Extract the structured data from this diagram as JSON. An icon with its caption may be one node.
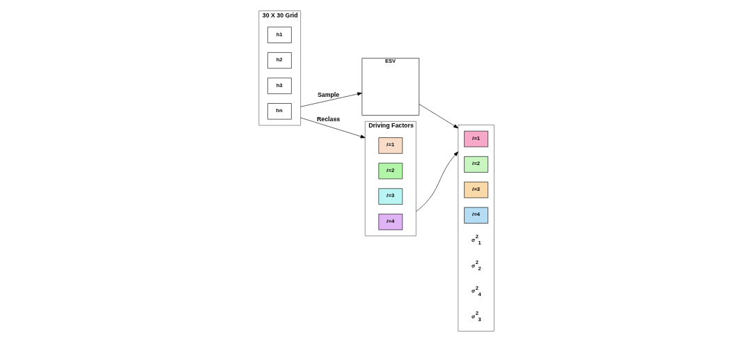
{
  "diagram": {
    "nodes": [
      {
        "text": [
          "30 X 30 Grid"
        ]
      },
      {
        "text": [
          "h1"
        ],
        "in": 0
      },
      {
        "text": [
          "h2"
        ],
        "in": 0
      },
      {
        "text": [
          "h3"
        ],
        "in": 0
      },
      {
        "text": [
          "hn"
        ],
        "in": 0
      },
      {
        "text": [
          "ESV"
        ]
      },
      {
        "text": [
          "Driving Factors"
        ]
      },
      {
        "text": [
          "*i*=1"
        ],
        "in": 6
      },
      {
        "text": [
          "*i*=2"
        ],
        "in": 6
      },
      {
        "text": [
          "*i*=3"
        ],
        "in": 6
      },
      {
        "text": [
          "*i*=4"
        ],
        "in": 6
      },
      {
        "text": [],
        "shape": "box"
      },
      {
        "text": [
          "*i*=1"
        ],
        "in": 11
      },
      {
        "text": [
          "*i*=2"
        ],
        "in": 11
      },
      {
        "text": [
          "*i*=3"
        ],
        "in": 11
      },
      {
        "text": [
          "*i*=4"
        ],
        "in": 11
      }
    ],
    "edges": [
      {
        "from": 0,
        "to": 5,
        "arrow": "to",
        "label": "Sample"
      },
      {
        "from": 0,
        "to": 6,
        "arrow": "to",
        "label": "Reclass"
      },
      {
        "from": 5,
        "to": 11,
        "arrow": "to"
      },
      {
        "from": 6,
        "to": 11,
        "arrow": "to"
      }
    ],
    "labels": [
      "σ$^{2}$$_{1}$",
      "σ$^{2}$$_{2}$",
      "σ$^{2}$$_{4}$",
      "σ$^{2}$$_{3}$"
    ]
  }
}
